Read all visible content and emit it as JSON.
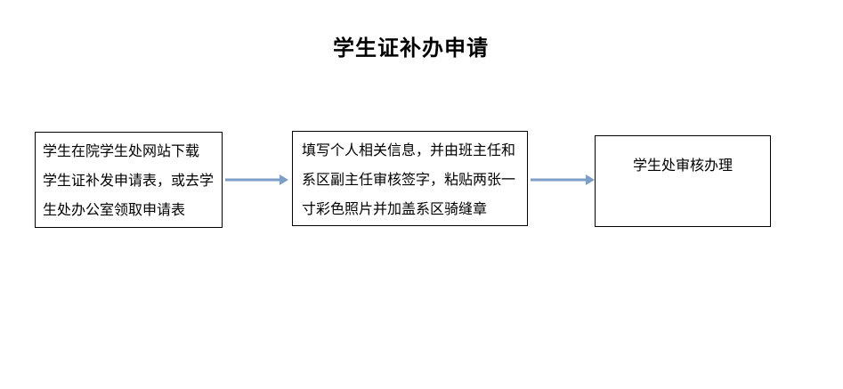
{
  "title": "学生证补办申请",
  "colors": {
    "arrow": "#7d9ec6",
    "box-border": "#000000",
    "text": "#000000",
    "background": "#ffffff"
  },
  "flow": {
    "steps": [
      {
        "text": "学生在院学生处网站下载\n学生证补发申请表，或去学\n生处办公室领取申请表"
      },
      {
        "text": "填写个人相关信息，并由班主任和\n系区副主任审核签字，粘贴两张一\n寸彩色照片并加盖系区骑缝章"
      },
      {
        "text": "学生处审核办理"
      }
    ]
  }
}
